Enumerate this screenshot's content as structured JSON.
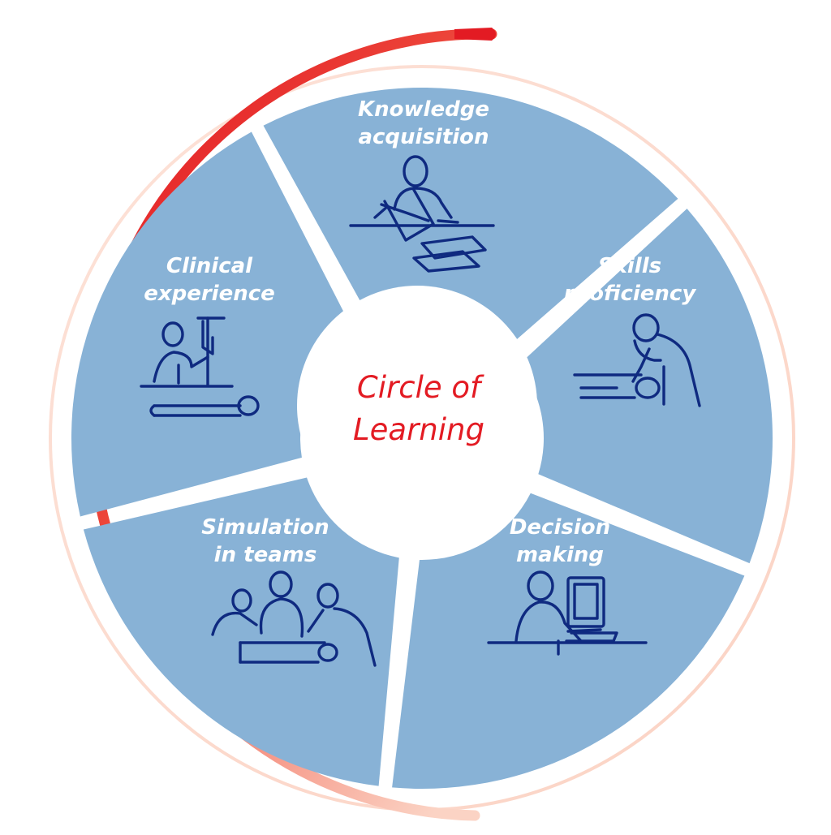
{
  "diagram": {
    "center": {
      "line1": "Circle of",
      "line2": "Learning"
    },
    "segments": [
      {
        "key": "knowledge",
        "line1": "Knowledge",
        "line2": "acquisition",
        "icon": "reading-person-icon"
      },
      {
        "key": "skills",
        "line1": "Skills",
        "line2": "proficiency",
        "icon": "examining-patient-icon"
      },
      {
        "key": "decision",
        "line1": "Decision",
        "line2": "making",
        "icon": "computer-user-icon"
      },
      {
        "key": "simulation",
        "line1": "Simulation",
        "line2": "in teams",
        "icon": "team-simulation-icon"
      },
      {
        "key": "clinical",
        "line1": "Clinical",
        "line2": "experience",
        "icon": "bedside-care-icon"
      }
    ],
    "colors": {
      "segment_fill": "#88b2d6",
      "icon_stroke": "#0f2a80",
      "label_text": "#ffffff",
      "center_text": "#e31b23",
      "arc_start": "#e31b23",
      "arc_end": "#fbd3c4"
    }
  }
}
